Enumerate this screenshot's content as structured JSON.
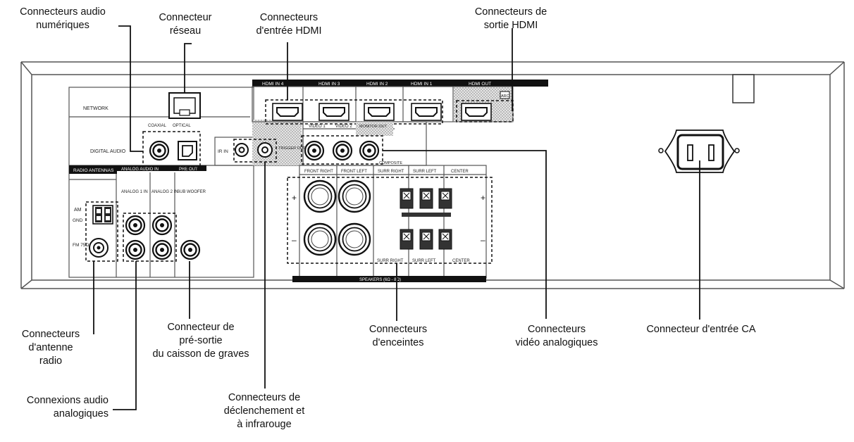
{
  "callouts": {
    "digital_audio": "Connecteurs audio\nnumériques",
    "network": "Connecteur\nréseau",
    "hdmi_in": "Connecteurs\nd'entrée HDMI",
    "hdmi_out": "Connecteurs de\nsortie HDMI",
    "antenna": "Connecteurs\nd'antenne\nradio",
    "analog_audio": "Connexions audio\nanalogiques",
    "subwoofer": "Connecteur de\npré-sortie\ndu caisson de graves",
    "trigger_ir": "Connecteurs de\ndéclenchement et\nà infrarouge",
    "speakers": "Connecteurs\nd'enceintes",
    "analog_video": "Connecteurs\nvidéo analogiques",
    "ac_input": "Connecteur d'entrée CA"
  },
  "panel_labels": {
    "hdmi_in_4": "HDMI IN 4",
    "hdmi_in_3": "HDMI IN 3",
    "hdmi_in_2": "HDMI IN 2",
    "hdmi_in_1": "HDMI IN 1",
    "hdmi_out": "HDMI OUT",
    "arc": "ARC",
    "network": "NETWORK",
    "coaxial": "COAXIAL",
    "optical": "OPTICAL",
    "digital_audio": "DIGITAL AUDIO",
    "ir_in": "IR IN",
    "trigger_out": "TRIGGER OUT",
    "video_1": "VIDEO 1",
    "video_2": "VIDEO 2",
    "monitor_out": "MONITOR OUT",
    "composite": "COMPOSITE",
    "radio_antennas": "RADIO ANTENNAS",
    "analog_audio_in": "ANALOG AUDIO IN",
    "pre_out": "PRE OUT",
    "analog_1_in": "ANALOG 1 IN",
    "analog_2_in": "ANALOG 2 IN",
    "sub_woofer": "SUB WOOFER",
    "am": "AM",
    "gnd": "GND",
    "fm_75": "FM 75Ω",
    "front_right": "FRONT RIGHT",
    "front_left": "FRONT LEFT",
    "surr_right": "SURR RIGHT",
    "surr_left": "SURR LEFT",
    "center": "CENTER",
    "speakers": "SPEAKERS (6Ω - 8Ω)",
    "plus": "+",
    "minus": "–"
  }
}
